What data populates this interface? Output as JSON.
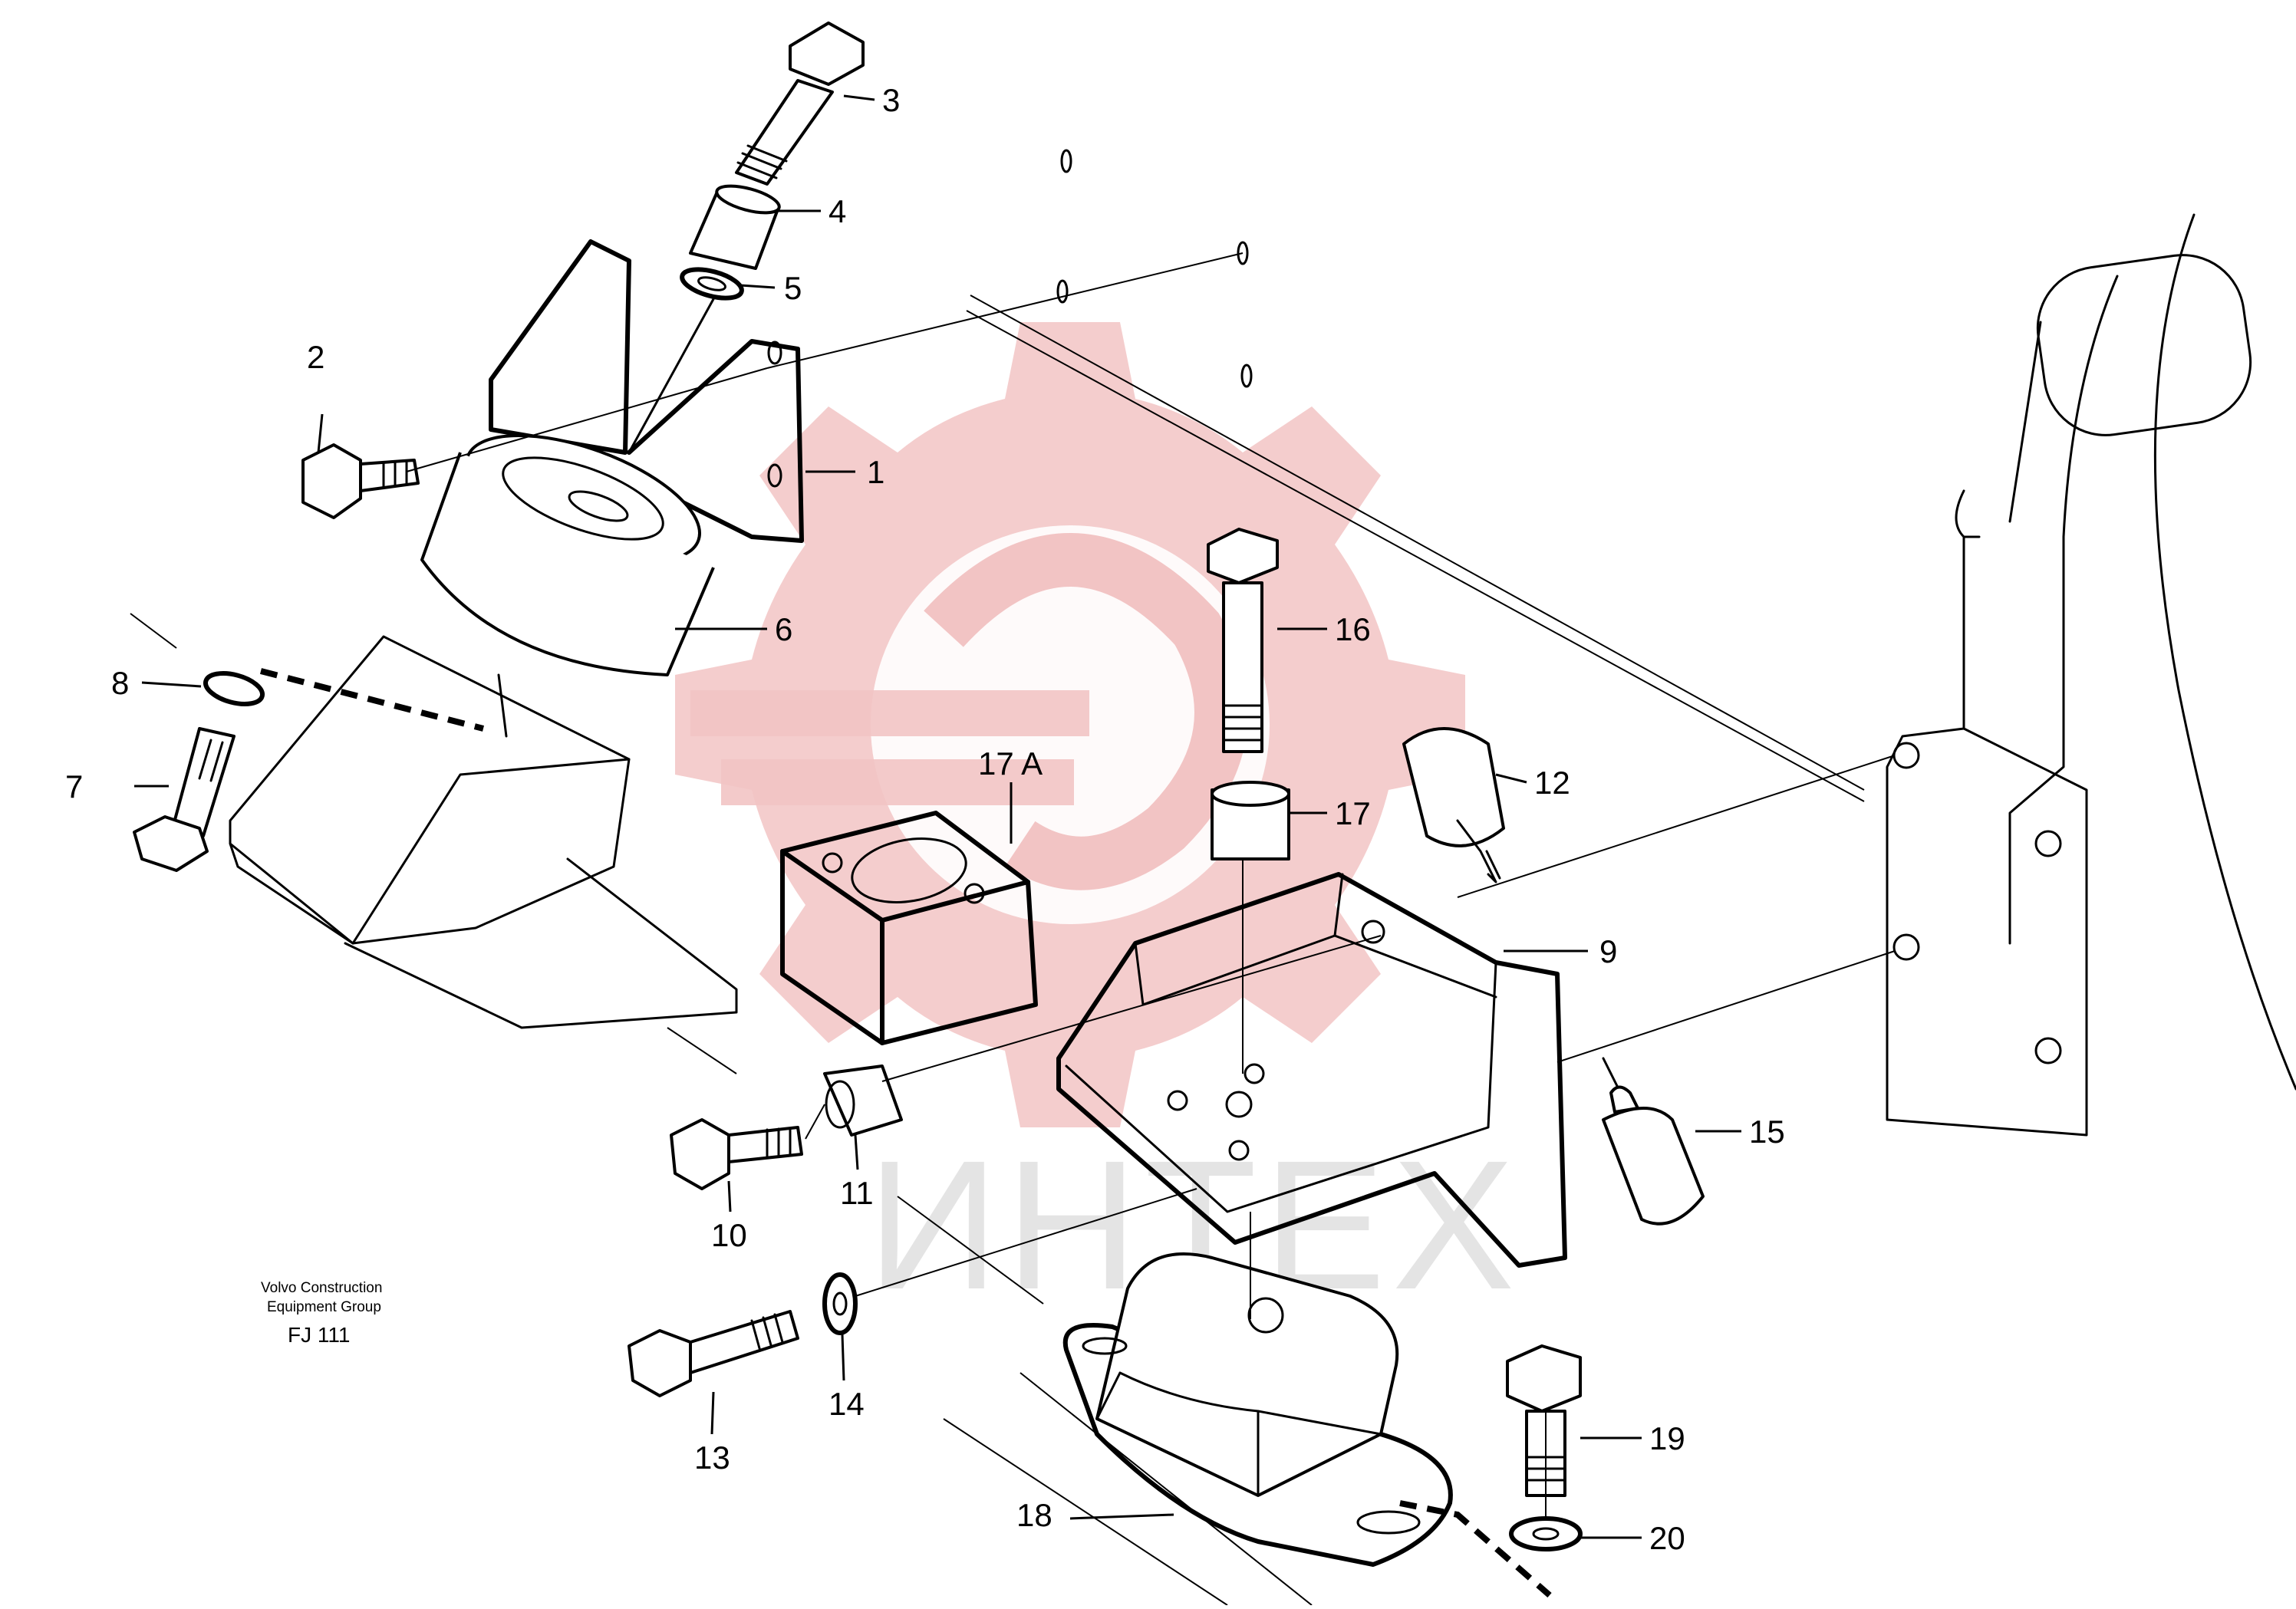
{
  "callouts": [
    {
      "id": "1",
      "label": "1"
    },
    {
      "id": "2",
      "label": "2"
    },
    {
      "id": "3",
      "label": "3"
    },
    {
      "id": "4",
      "label": "4"
    },
    {
      "id": "5",
      "label": "5"
    },
    {
      "id": "6",
      "label": "6"
    },
    {
      "id": "7",
      "label": "7"
    },
    {
      "id": "8",
      "label": "8"
    },
    {
      "id": "9",
      "label": "9"
    },
    {
      "id": "10",
      "label": "10"
    },
    {
      "id": "11",
      "label": "11"
    },
    {
      "id": "12",
      "label": "12"
    },
    {
      "id": "13",
      "label": "13"
    },
    {
      "id": "14",
      "label": "14"
    },
    {
      "id": "15",
      "label": "15"
    },
    {
      "id": "16",
      "label": "16"
    },
    {
      "id": "17",
      "label": "17"
    },
    {
      "id": "17A",
      "label": "17 A"
    },
    {
      "id": "18",
      "label": "18"
    },
    {
      "id": "19",
      "label": "19"
    },
    {
      "id": "20",
      "label": "20"
    }
  ],
  "footer": {
    "line1": "Volvo Construction",
    "line2": "Equipment Group",
    "code": "FJ 111"
  },
  "watermark": {
    "text": "ИНТЕХ",
    "icon": "gear-logo-icon",
    "color": "#e88a8a"
  }
}
